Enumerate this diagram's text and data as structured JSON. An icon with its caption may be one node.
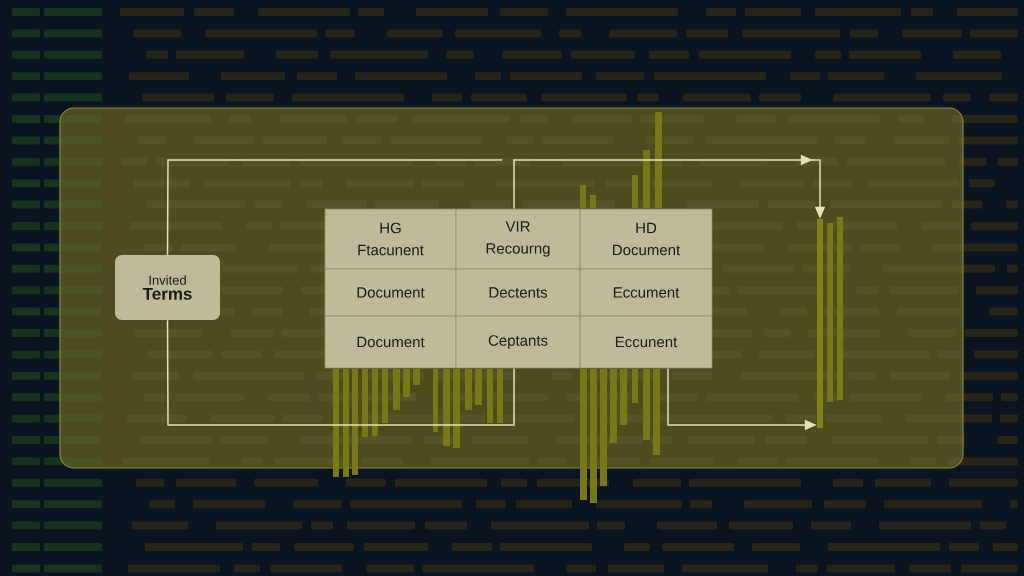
{
  "diagram": {
    "nodes": [
      {
        "text": [
          "Invited",
          "Terms"
        ]
      },
      {
        "text": [
          "HG",
          "Ftacunent"
        ]
      },
      {
        "text": [
          "VIR",
          "Recourng"
        ]
      },
      {
        "text": [
          "HD",
          "Document"
        ]
      },
      {
        "text": [
          "Document"
        ]
      },
      {
        "text": [
          "Dectents"
        ]
      },
      {
        "text": [
          "Eccument"
        ]
      },
      {
        "text": [
          "Document"
        ]
      },
      {
        "text": [
          "Ceptants"
        ]
      },
      {
        "text": [
          "Eccunent"
        ]
      },
      {
        "text": [],
        "shape": "bar"
      }
    ],
    "edges": [
      {
        "from": 0,
        "to": null,
        "arrow": "none"
      },
      {
        "from": 0,
        "to": 8,
        "arrow": "none"
      },
      {
        "from": 2,
        "to": 10,
        "arrow": "to"
      },
      {
        "from": 9,
        "to": 10,
        "arrow": "to"
      }
    ]
  }
}
